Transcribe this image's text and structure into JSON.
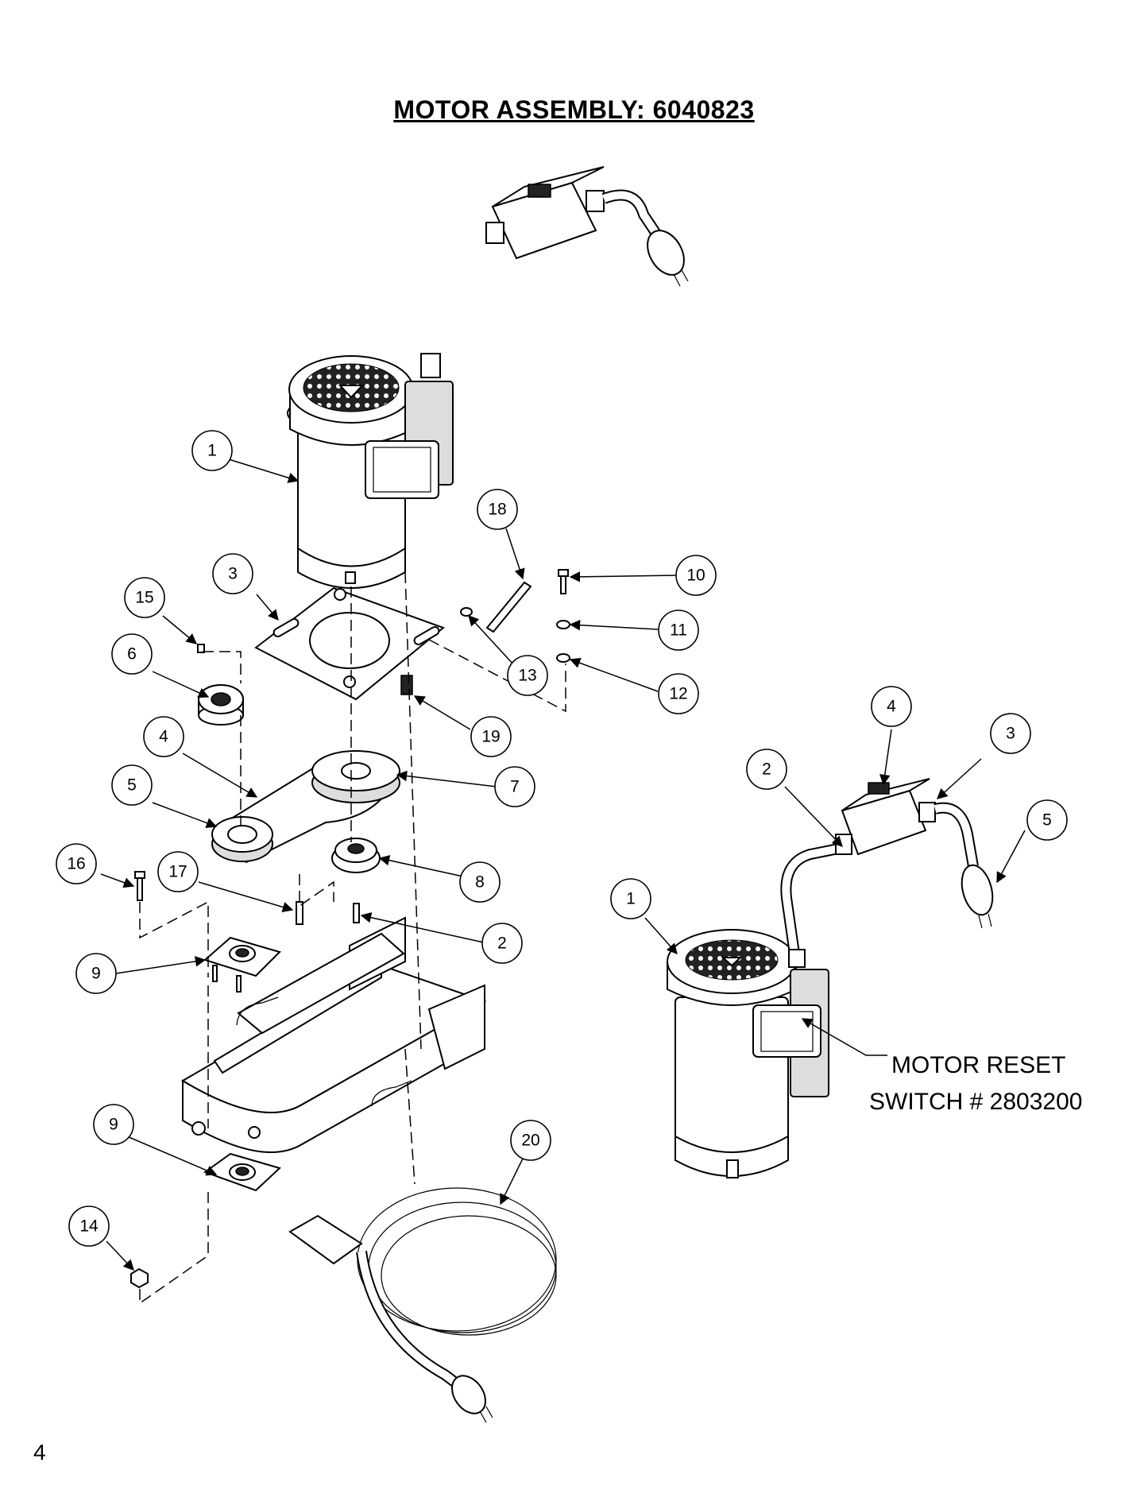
{
  "title": "MOTOR ASSEMBLY: 6040823",
  "page_number": "4",
  "callout": {
    "line1": "MOTOR RESET",
    "line2": "SWITCH # 2803200"
  },
  "balloons": {
    "b1": "1",
    "b2": "2",
    "b3": "3",
    "b4": "4",
    "b5": "5",
    "b6": "6",
    "b7": "7",
    "b8": "8",
    "b9a": "9",
    "b9b": "9",
    "b10": "10",
    "b11": "11",
    "b12": "12",
    "b13": "13",
    "b14": "14",
    "b15": "15",
    "b16": "16",
    "b17": "17",
    "b18": "18",
    "b19": "19",
    "b20": "20",
    "r1": "1",
    "r2": "2",
    "r3": "3",
    "r4": "4",
    "r5": "5"
  }
}
